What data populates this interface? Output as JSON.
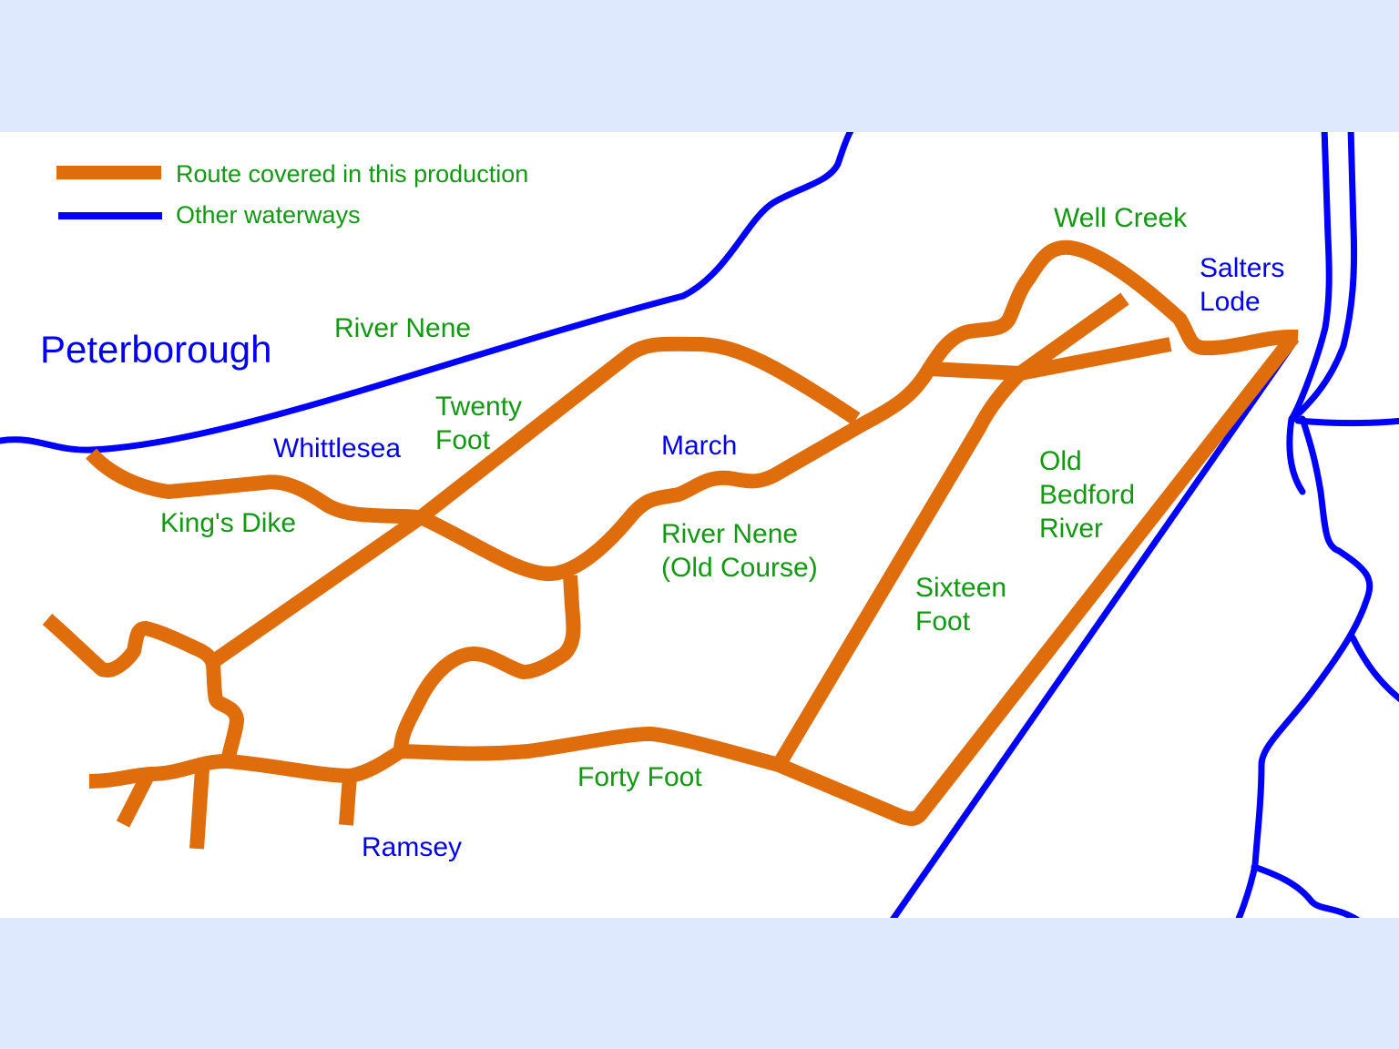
{
  "colors": {
    "background": "#dfe9fd",
    "panel": "#ffffff",
    "route": "#e06d0c",
    "waterway": "#0000ff",
    "waterway_label": "#119911",
    "place_label": "#0000ee"
  },
  "legend": {
    "items": [
      {
        "swatch": "orange-line",
        "label": "Route covered in this production"
      },
      {
        "swatch": "blue-line",
        "label": "Other waterways"
      }
    ]
  },
  "places": {
    "peterborough": "Peterborough",
    "whittlesea": "Whittlesea",
    "march": "March",
    "ramsey": "Ramsey",
    "salters_lode": "Salters\nLode"
  },
  "waterways": {
    "river_nene": "River Nene",
    "twenty_foot": "Twenty\nFoot",
    "kings_dike": "King's Dike",
    "river_nene_old": "River Nene\n(Old Course)",
    "sixteen_foot": "Sixteen\nFoot",
    "old_bedford": "Old\nBedford\nRiver",
    "well_creek": "Well Creek",
    "forty_foot": "Forty Foot"
  }
}
